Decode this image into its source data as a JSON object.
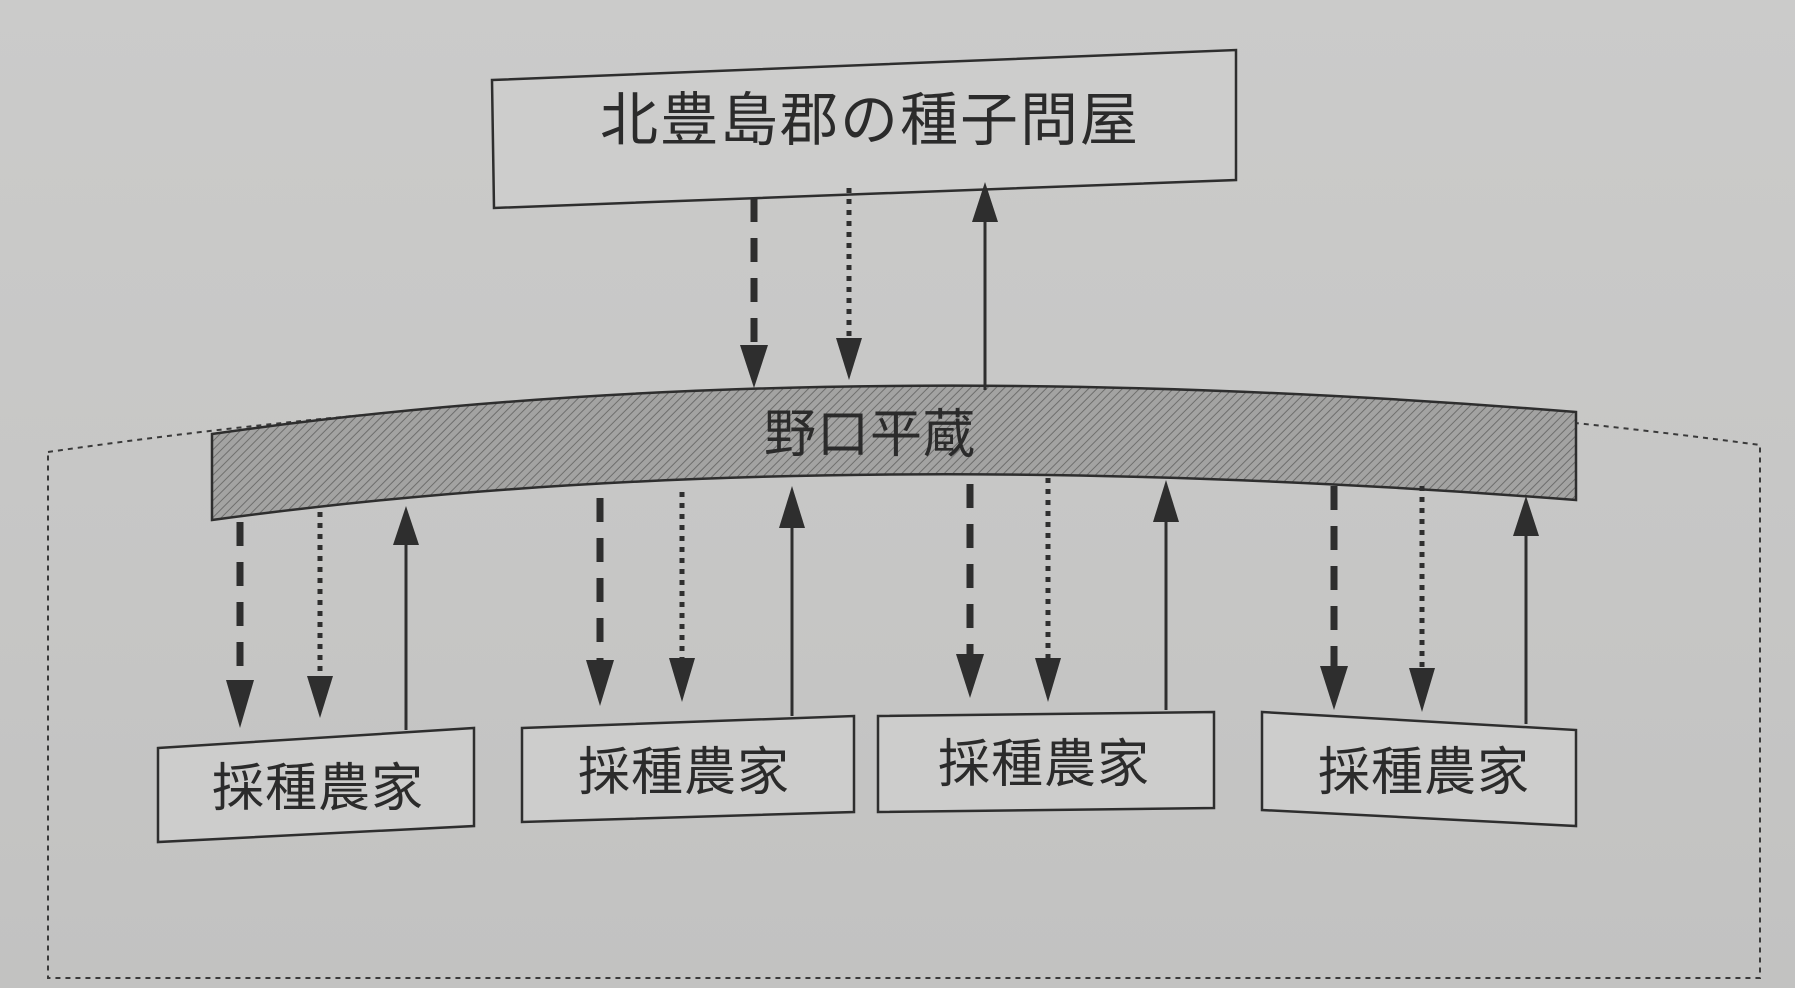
{
  "top_box": {
    "label": "北豊島郡の種子問屋"
  },
  "middle_bar": {
    "label": "野口平蔵"
  },
  "farmers": [
    {
      "label": "採種農家"
    },
    {
      "label": "採種農家"
    },
    {
      "label": "採種農家"
    },
    {
      "label": "採種農家"
    }
  ],
  "colors": {
    "background": "#c9c9c8",
    "line": "#2e2e2e",
    "box_fill": "#cfcfce",
    "bar_fill": "#9a9a99"
  },
  "arrow_types": [
    "dashed-down",
    "dotted-down",
    "solid-up"
  ]
}
